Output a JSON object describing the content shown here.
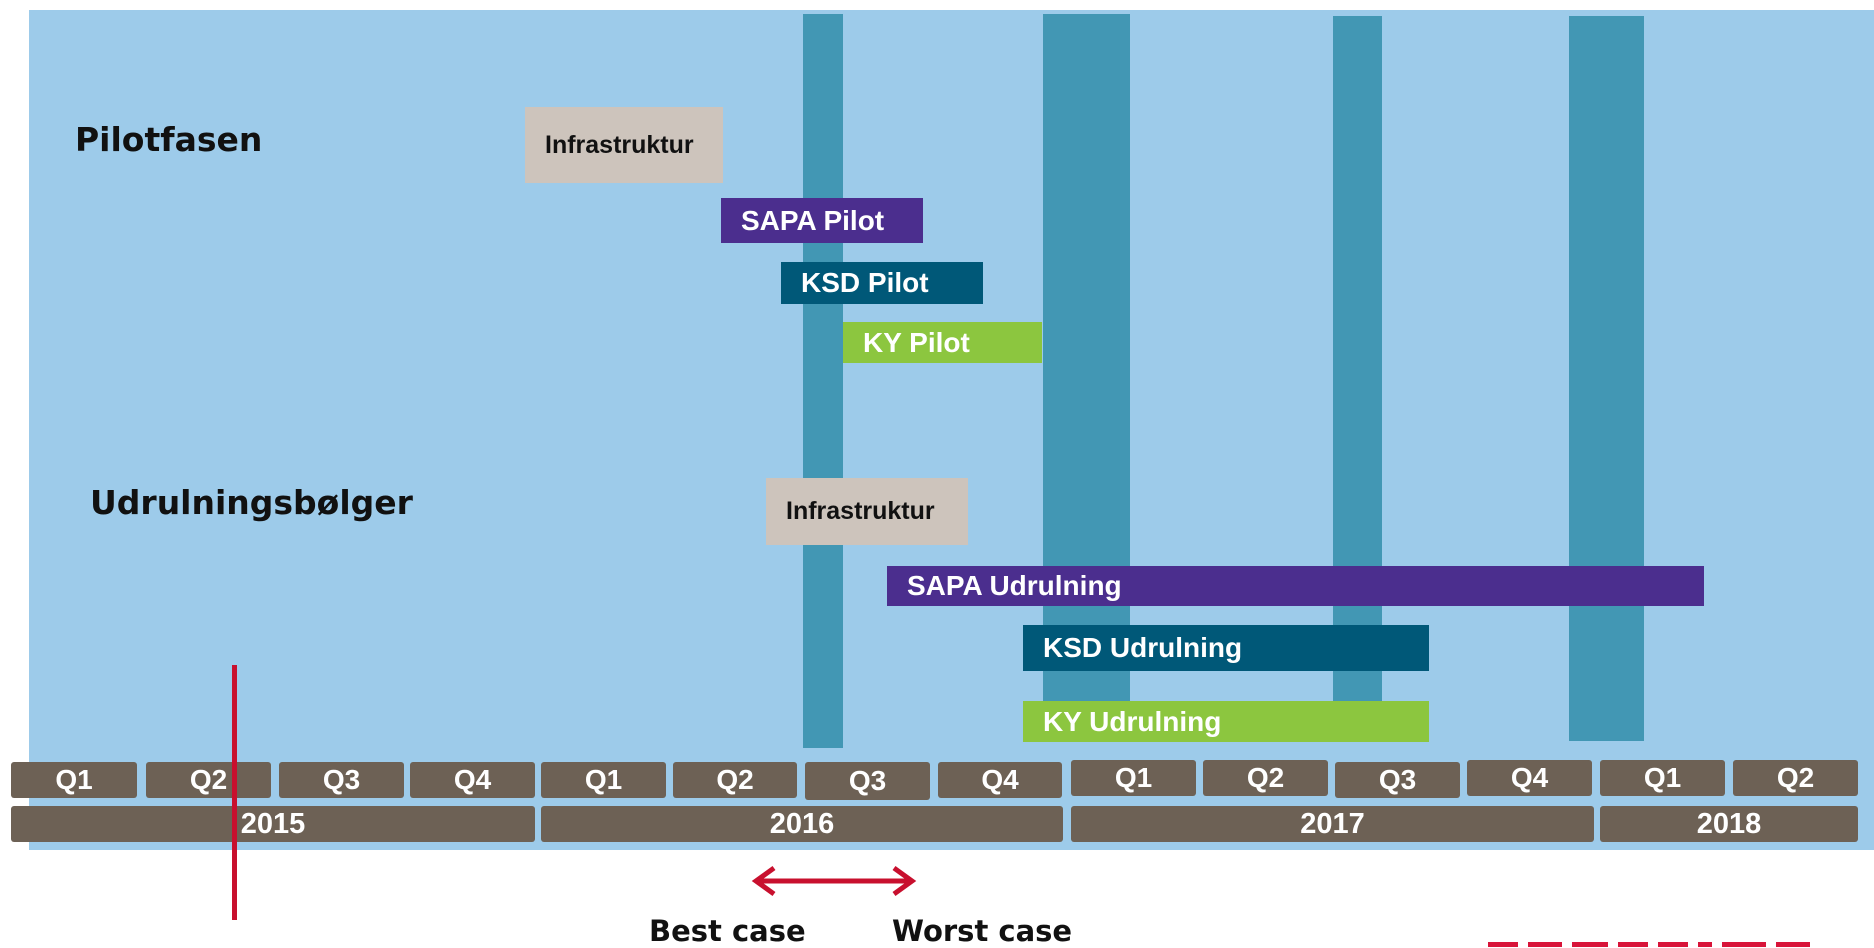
{
  "sections": {
    "pilot_label": "Pilotfasen",
    "rollout_label": "Udrulningsbølger"
  },
  "pilot_bars": [
    {
      "label": "Infrastruktur",
      "kind": "infra"
    },
    {
      "label": "SAPA Pilot",
      "kind": "sapa"
    },
    {
      "label": "KSD Pilot",
      "kind": "ksd"
    },
    {
      "label": "KY Pilot",
      "kind": "ky"
    }
  ],
  "rollout_bars": [
    {
      "label": "Infrastruktur",
      "kind": "infra"
    },
    {
      "label": "SAPA Udrulning",
      "kind": "sapa"
    },
    {
      "label": "KSD Udrulning",
      "kind": "ksd"
    },
    {
      "label": "KY Udrulning",
      "kind": "ky"
    }
  ],
  "timeline": {
    "quarters": [
      "Q1",
      "Q2",
      "Q3",
      "Q4",
      "Q1",
      "Q2",
      "Q3",
      "Q4",
      "Q1",
      "Q2",
      "Q3",
      "Q4",
      "Q1",
      "Q2"
    ],
    "years": [
      "2015",
      "2016",
      "2017",
      "2018"
    ]
  },
  "range": {
    "best_label": "Best case",
    "worst_label": "Worst case"
  },
  "colors": {
    "background": "#9dcbea",
    "milestone": "#4297b4",
    "infra": "#cdc4bc",
    "sapa": "#4b2e8e",
    "ksd": "#005878",
    "ky": "#8cc63f",
    "timeline": "#6d6155",
    "today_marker": "#c8102e"
  }
}
